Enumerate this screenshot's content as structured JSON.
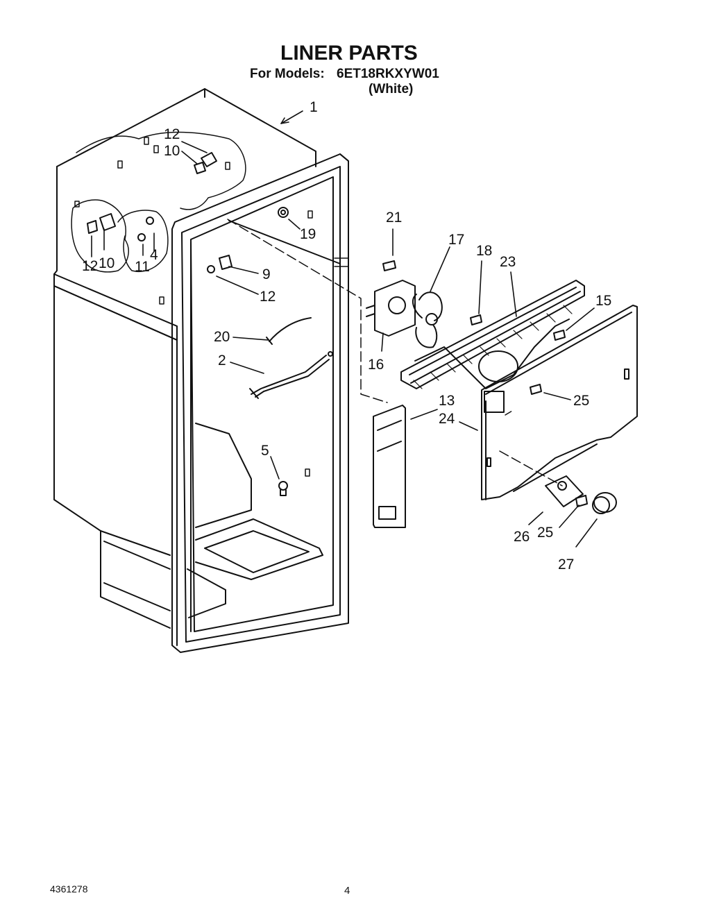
{
  "header": {
    "title": "LINER PARTS",
    "models_label": "For Models:",
    "model_number": "6ET18RKXYW01",
    "model_color": "(White)"
  },
  "footer": {
    "doc_number": "4361278",
    "page_number": "4"
  },
  "callouts": [
    "1",
    "12",
    "10",
    "12",
    "10",
    "11",
    "4",
    "19",
    "9",
    "12",
    "20",
    "2",
    "5",
    "21",
    "17",
    "18",
    "23",
    "15",
    "16",
    "13",
    "24",
    "25",
    "26",
    "25",
    "27"
  ]
}
